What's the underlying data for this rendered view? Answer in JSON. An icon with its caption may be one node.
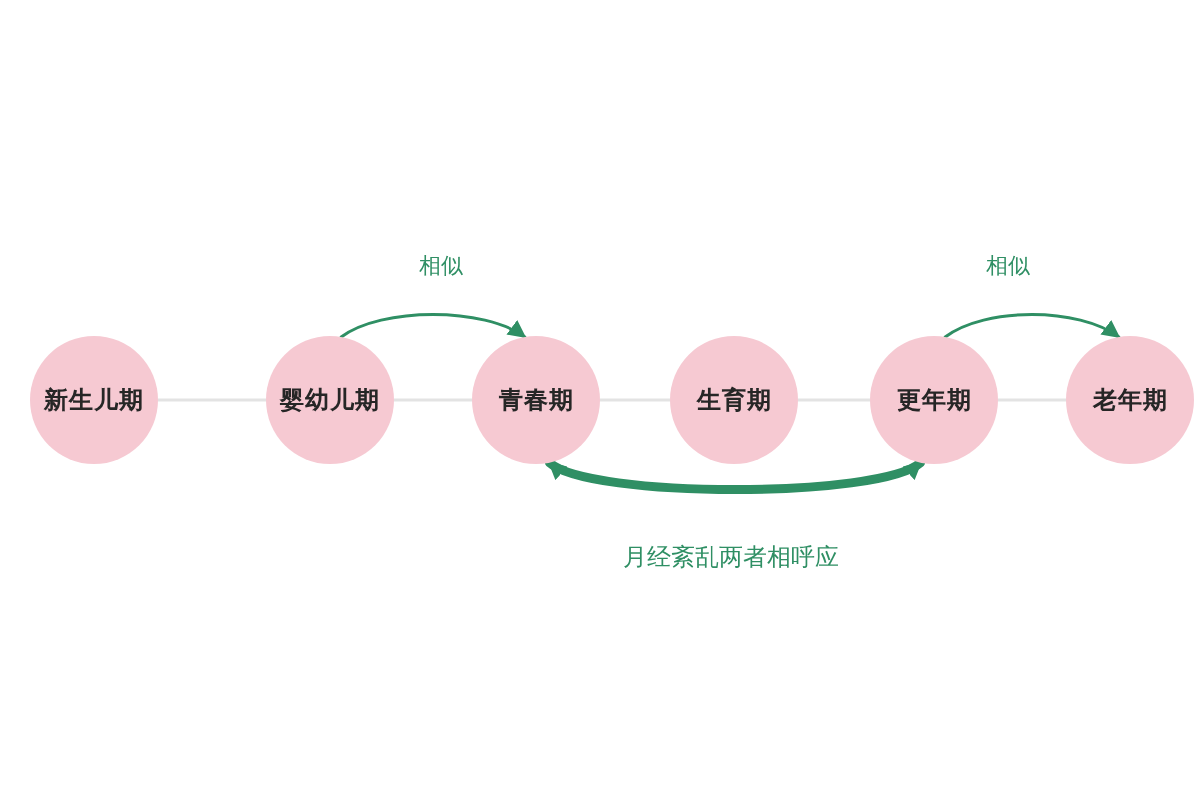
{
  "diagram": {
    "nodes": [
      {
        "text": [
          "新生儿期"
        ]
      },
      {
        "text": [
          "婴幼儿期"
        ]
      },
      {
        "text": [
          "青春期"
        ]
      },
      {
        "text": [
          "生育期"
        ]
      },
      {
        "text": [
          "更年期"
        ]
      },
      {
        "text": [
          "老年期"
        ]
      }
    ],
    "edges": [
      {
        "from": 0,
        "to": 1,
        "arrow": "none"
      },
      {
        "from": 1,
        "to": 2,
        "arrow": "none"
      },
      {
        "from": 2,
        "to": 3,
        "arrow": "none"
      },
      {
        "from": 3,
        "to": 4,
        "arrow": "none"
      },
      {
        "from": 4,
        "to": 5,
        "arrow": "none"
      },
      {
        "from": 1,
        "to": 2,
        "arrow": "to",
        "label": "相似",
        "color": "#2f8f64"
      },
      {
        "from": 4,
        "to": 5,
        "arrow": "to",
        "label": "相似",
        "color": "#2f8f64"
      },
      {
        "from": 2,
        "to": 4,
        "arrow": "both",
        "label": "月经紊乱两者相呼应",
        "color": "#2f8f64",
        "style": "thick"
      }
    ]
  }
}
